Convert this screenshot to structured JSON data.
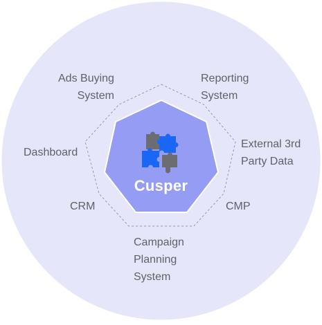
{
  "diagram": {
    "center": {
      "label": "Cusper",
      "icon": "puzzle-pieces-icon"
    },
    "nodes": [
      {
        "id": "ads-buying-system",
        "lines": [
          "Ads Buying",
          "System"
        ]
      },
      {
        "id": "reporting-system",
        "lines": [
          "Reporting",
          "System"
        ]
      },
      {
        "id": "external-3rd-party-data",
        "lines": [
          "External 3rd",
          "Party Data"
        ]
      },
      {
        "id": "dashboard",
        "lines": [
          "Dashboard"
        ]
      },
      {
        "id": "crm",
        "lines": [
          "CRM"
        ]
      },
      {
        "id": "cmp",
        "lines": [
          "CMP"
        ]
      },
      {
        "id": "campaign-planning-system",
        "lines": [
          "Campaign",
          "Planning",
          "System"
        ]
      }
    ],
    "colors": {
      "outer_circle": "#e6e6fb",
      "heptagon": "#949cf4",
      "dashed_outline": "#8f92bf",
      "label_text": "#5f6068",
      "puzzle_blue": "#1a66f5",
      "puzzle_gray": "#6b6d73"
    }
  }
}
